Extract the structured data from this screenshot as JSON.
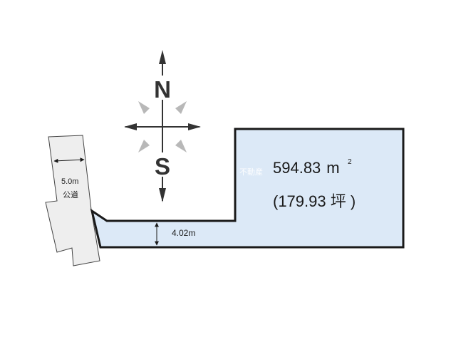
{
  "colors": {
    "lot_fill": "#dce9f7",
    "lot_stroke": "#1a1a1a",
    "road_fill": "#eeeeee",
    "compass_main": "#333333",
    "compass_diagonal": "#b8b8b8"
  },
  "compass": {
    "north_label": "N",
    "south_label": "S",
    "icon": "compass-rose-icon"
  },
  "lot": {
    "area_sqm": "594.83",
    "area_unit": "m",
    "area_unit_superscript": "2",
    "area_tsubo": "(179.93 坪 )"
  },
  "access_strip": {
    "width_label": "4.02m"
  },
  "road": {
    "width_label": "5.0m",
    "type_label": "公道"
  },
  "watermark": "不動産"
}
